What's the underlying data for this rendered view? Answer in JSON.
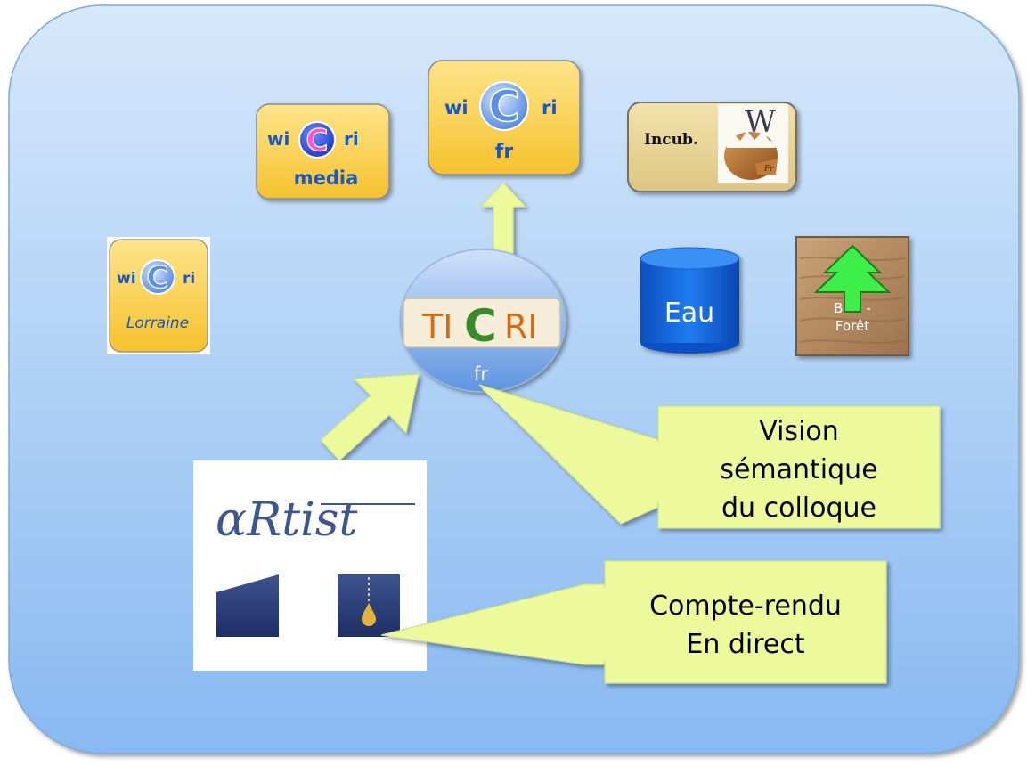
{
  "wicri_media": {
    "left": "wi",
    "right": "ri",
    "sub": "media"
  },
  "wicri_fr": {
    "left": "wi",
    "right": "ri",
    "sub": "fr"
  },
  "wicri_lorraine": {
    "left": "wi",
    "right": "ri",
    "sub": "Lorraine"
  },
  "incub": {
    "label": "Incub.",
    "letter": "W",
    "egg_label": "Fr"
  },
  "ticri": {
    "t": "TI",
    "c": "C",
    "ri": "RI",
    "sub": "fr"
  },
  "eau": {
    "label": "Eau"
  },
  "bois": {
    "line1": "Bois -",
    "line2": "Forêt"
  },
  "artist": {
    "logo": "αRtist"
  },
  "vision": {
    "line1": "Vision",
    "line2": "sémantique",
    "line3": "du colloque"
  },
  "compte": {
    "line1": "Compte-rendu",
    "line2": "En direct"
  },
  "colors": {
    "panel_top": "#d3e6fb",
    "panel_bottom": "#8cbcf2",
    "callout": "#eefc9c",
    "tile": "#fad24a",
    "wicri_blue": "#1858c8",
    "ticri_orange": "#d46c14",
    "ticri_green": "#3b8a2a",
    "eau_blue": "#0a5fd8"
  }
}
